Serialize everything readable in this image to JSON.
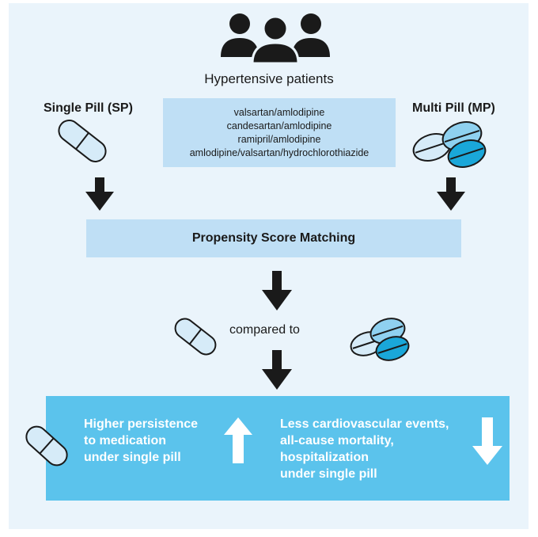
{
  "header": {
    "patients_label": "Hypertensive patients"
  },
  "groups": {
    "single": {
      "label": "Single Pill (SP)"
    },
    "multi": {
      "label": "Multi Pill (MP)"
    }
  },
  "drugs": [
    "valsartan/amlodipine",
    "candesartan/amlodipine",
    "ramipril/amlodipine",
    "amlodipine/valsartan/hydrochlorothiazide"
  ],
  "matching": {
    "label": "Propensity Score Matching"
  },
  "comparison": {
    "label": "compared to"
  },
  "results": {
    "left": {
      "lines": [
        "Higher persistence",
        "to medication",
        "under single pill"
      ],
      "direction": "up"
    },
    "right": {
      "lines": [
        "Less cardiovascular events,",
        "all-cause mortality,",
        "hospitalization",
        "under single pill"
      ],
      "direction": "down"
    }
  },
  "colors": {
    "light_blue": "#bfdff5",
    "accent_blue": "#5bc3ec",
    "pill_fill": "#d6ebf8",
    "pill_dark": "#1aa7d9",
    "arrow": "#1a1a1a"
  },
  "icons": [
    "people-icon",
    "capsule-icon",
    "tablets-icon",
    "arrow-down-icon",
    "arrow-up-icon"
  ]
}
